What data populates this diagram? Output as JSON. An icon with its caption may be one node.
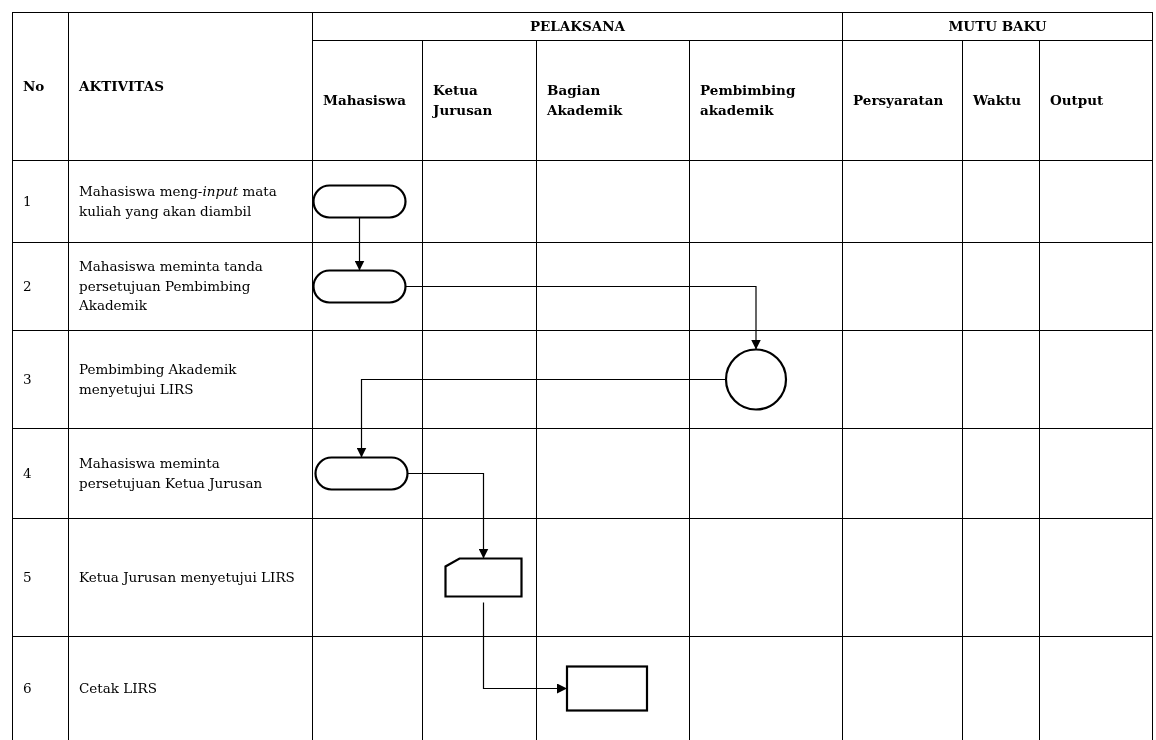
{
  "diagram": {
    "nodes": [
      {
        "text": [],
        "shape": "pill"
      },
      {
        "text": [],
        "shape": "pill"
      },
      {
        "text": [],
        "shape": "circle"
      },
      {
        "text": [],
        "shape": "pill"
      },
      {
        "text": [],
        "shape": "card"
      },
      {
        "text": [],
        "shape": "box"
      }
    ],
    "edges": [
      {
        "from": 0,
        "to": 1,
        "arrow": "to"
      },
      {
        "from": 1,
        "to": 2,
        "arrow": "to"
      },
      {
        "from": 2,
        "to": 3,
        "arrow": "to"
      },
      {
        "from": 3,
        "to": 4,
        "arrow": "to"
      },
      {
        "from": 4,
        "to": 5,
        "arrow": "to"
      }
    ],
    "labels": [
      "No",
      "AKTIVITAS",
      "PELAKSANA",
      "MUTU BAKU",
      "Mahasiswa",
      "Ketua Jurusan",
      "Bagian Akademik",
      "Pembimbing akademik",
      "Persyaratan",
      "Waktu",
      "Output",
      "1",
      "Mahasiswa meng-*input* mata kuliah yang akan diambil",
      "2",
      "Mahasiswa meminta tanda persetujuan Pembimbing Akademik",
      "3",
      "Pembimbing Akademik menyetujui LIRS",
      "4",
      "Mahasiswa meminta persetujuan Ketua Jurusan",
      "5",
      "Ketua Jurusan menyetujui LIRS",
      "6",
      "Cetak LIRS"
    ]
  }
}
